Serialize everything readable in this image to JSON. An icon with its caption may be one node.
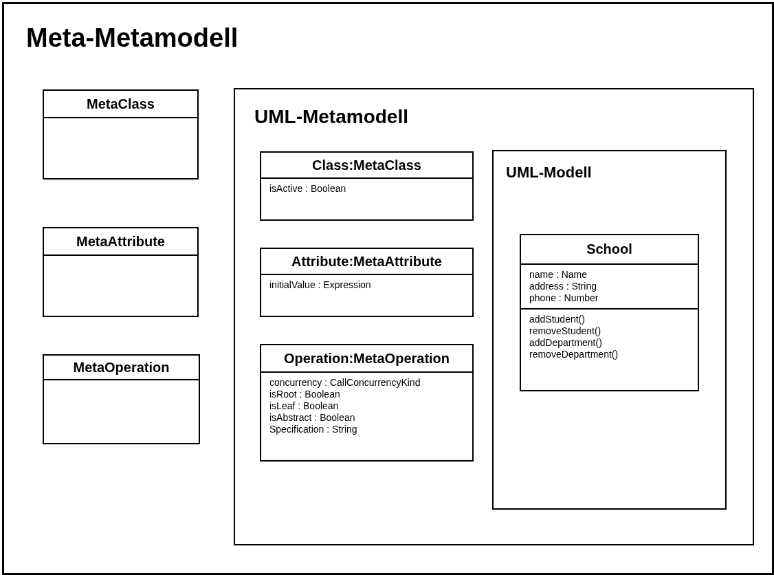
{
  "diagram": {
    "nodes": [
      {
        "text": [
          "Meta-Metamodell"
        ]
      },
      {
        "text": [
          "MetaClass"
        ],
        "in": 0
      },
      {
        "text": [
          "MetaAttribute"
        ],
        "in": 0
      },
      {
        "text": [
          "MetaOperation"
        ],
        "in": 0
      },
      {
        "text": [
          "UML-Metamodell"
        ],
        "in": 0
      },
      {
        "text": [
          "Class:MetaClass",
          "isActive : Boolean"
        ],
        "in": 4
      },
      {
        "text": [
          "Attribute:MetaAttribute",
          "initialValue : Expression"
        ],
        "in": 4
      },
      {
        "text": [
          "Operation:MetaOperation",
          "concurrency : CallConcurrencyKind",
          "isRoot : Boolean",
          "isLeaf : Boolean",
          "isAbstract : Boolean",
          "Specification : String"
        ],
        "in": 4
      },
      {
        "text": [
          "UML-Modell"
        ],
        "in": 4
      },
      {
        "text": [
          "School",
          "name : Name",
          "address : String",
          "phone : Number",
          "addStudent()",
          "removeStudent()",
          "addDepartment()",
          "removeDepartment()"
        ],
        "in": 8
      }
    ]
  }
}
